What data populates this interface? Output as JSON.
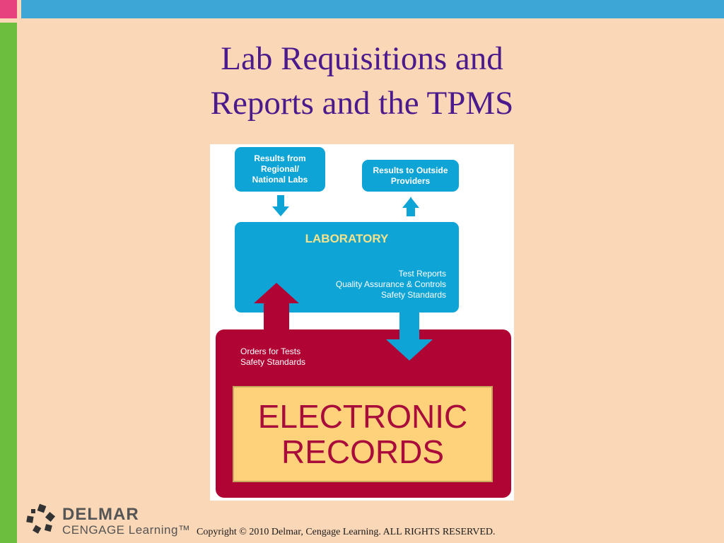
{
  "slide": {
    "title_line1": "Lab Requisitions and",
    "title_line2": "Reports and the TPMS",
    "copyright": "Copyright © 2010 Delmar, Cengage Learning. ALL RIGHTS RESERVED."
  },
  "diagram": {
    "results_from_line1": "Results from",
    "results_from_line2": "Regional/",
    "results_from_line3": "National Labs",
    "results_to_line1": "Results to Outside",
    "results_to_line2": "Providers",
    "laboratory_title": "LABORATORY",
    "lab_item1": "Test Reports",
    "lab_item2": "Quality Assurance & Controls",
    "lab_item3": "Safety Standards",
    "orders_line1": "Orders for Tests",
    "orders_line2": "Safety Standards",
    "records_line1": "ELECTRONIC",
    "records_line2": "RECORDS"
  },
  "logo": {
    "name": "DELMAR",
    "sub": "CENGAGE Learning™"
  },
  "colors": {
    "background": "#fad7b6",
    "top_bar": "#3ea5d7",
    "accent_pink": "#e8427e",
    "side_bar": "#6cbf3e",
    "title": "#4b1a8c",
    "blue_box": "#0fa4d6",
    "red_box": "#b00434",
    "records_fill": "#fed27a"
  }
}
